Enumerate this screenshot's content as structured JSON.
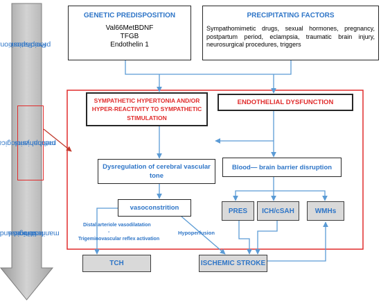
{
  "side_labels": {
    "top": [
      "Predisposition/",
      "precipitation"
    ],
    "middle": [
      "pathophysiological",
      "mechanisms"
    ],
    "bottom": [
      "clinical and",
      "radiological",
      "manifestations"
    ]
  },
  "genetic": {
    "title": "GENETIC PREDISPOSITION",
    "items": [
      "Val66MetBDNF",
      "TFGB",
      "Endothelin 1"
    ]
  },
  "precipitating": {
    "title": "PRECIPITATING FACTORS",
    "text": "Sympathomimetic drugs, sexual hormones, pregnancy, postpartum period, eclampsia, traumatic brain injury, neurosurgical procedures, triggers"
  },
  "sympathetic": "SYMPATHETIC HYPERTONIA AND/OR HYPER-REACTIVITY TO SYMPATHETIC STIMULATION",
  "endothelial": "ENDOTHELIAL DYSFUNCTION",
  "dysregulation": "Dysregulation of cerebral vascular tone",
  "bbb": "Blood— brain barrier disruption",
  "vasoconstriction": "vasoconstrition",
  "distal": "Distal arteriole vasodilatation",
  "dash": "-",
  "trigeminal": "Trigeminovascular reflex activation",
  "hypoperfusion": "Hypoperfusion",
  "pres": "PRES",
  "ich": "ICH/cSAH",
  "wmh": "WMHs",
  "tch": "TCH",
  "ischemic": "ISCHEMIC STROKE",
  "colors": {
    "blue_text": "#2e75c7",
    "arrow_blue": "#5b9bd5",
    "red": "#e02b2b",
    "grey_arrow": "#b0b0b0",
    "grey_box": "#d9d9d9"
  }
}
